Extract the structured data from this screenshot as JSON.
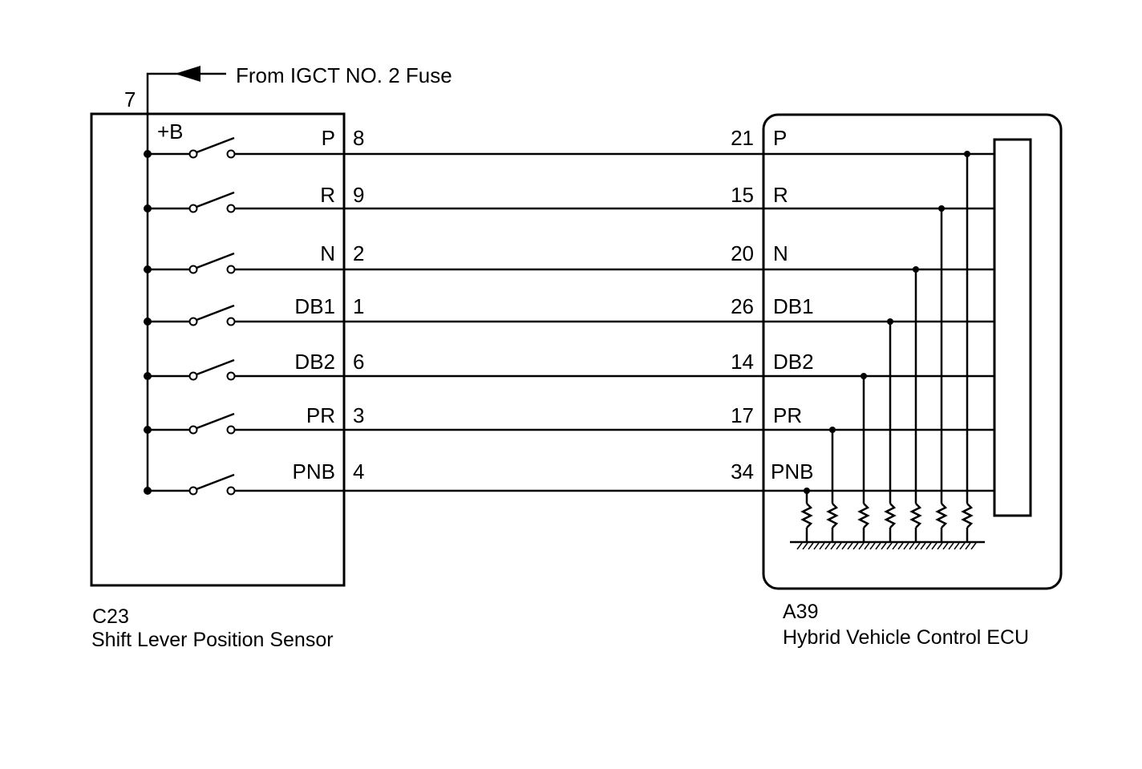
{
  "source": {
    "label": "From IGCT NO. 2 Fuse",
    "pin": "7",
    "supply_label": "+B"
  },
  "sensor": {
    "code": "C23",
    "name": "Shift Lever Position Sensor"
  },
  "ecu": {
    "code": "A39",
    "name": "Hybrid Vehicle Control ECU"
  },
  "signals": [
    {
      "sensor_label": "P",
      "sensor_pin": "8",
      "ecu_pin": "21",
      "ecu_label": "P"
    },
    {
      "sensor_label": "R",
      "sensor_pin": "9",
      "ecu_pin": "15",
      "ecu_label": "R"
    },
    {
      "sensor_label": "N",
      "sensor_pin": "2",
      "ecu_pin": "20",
      "ecu_label": "N"
    },
    {
      "sensor_label": "DB1",
      "sensor_pin": "1",
      "ecu_pin": "26",
      "ecu_label": "DB1"
    },
    {
      "sensor_label": "DB2",
      "sensor_pin": "6",
      "ecu_pin": "14",
      "ecu_label": "DB2"
    },
    {
      "sensor_label": "PR",
      "sensor_pin": "3",
      "ecu_pin": "17",
      "ecu_label": "PR"
    },
    {
      "sensor_label": "PNB",
      "sensor_pin": "4",
      "ecu_pin": "34",
      "ecu_label": "PNB"
    }
  ]
}
